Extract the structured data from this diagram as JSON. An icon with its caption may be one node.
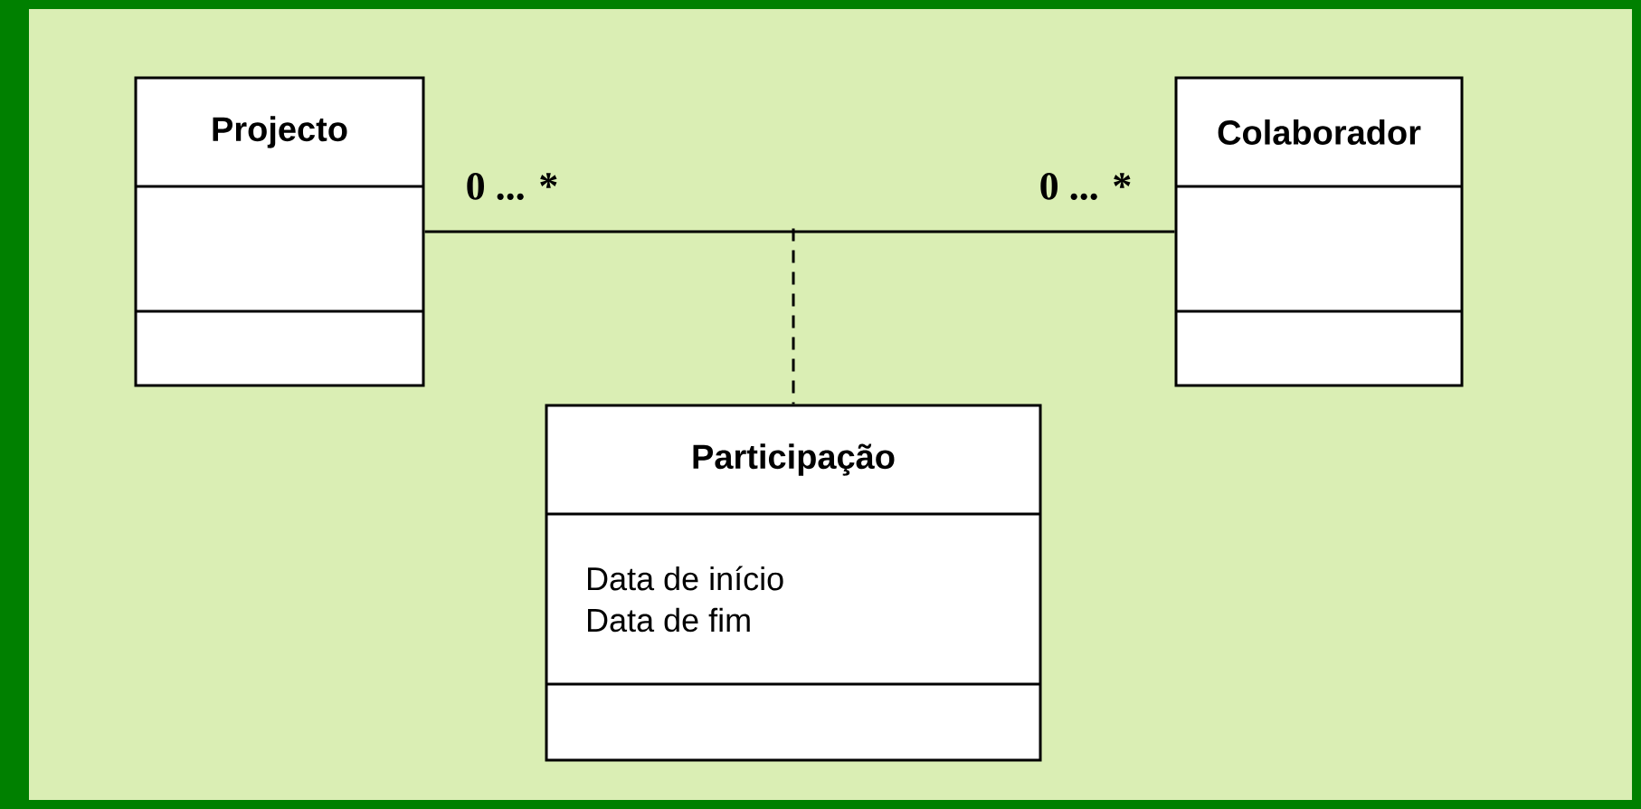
{
  "diagram": {
    "nodes": [
      {
        "text": [
          "Projecto"
        ]
      },
      {
        "text": [
          "Colaborador"
        ]
      },
      {
        "text": [
          "Participação",
          "Data de início",
          "Data de fim"
        ]
      }
    ],
    "edges": [
      {
        "from": 0,
        "to": 1,
        "arrow": "none"
      },
      {
        "from": null,
        "to": 2,
        "arrow": "none",
        "style": "dashed"
      }
    ],
    "labels": [
      "0 ... *",
      "0 ... *"
    ]
  }
}
